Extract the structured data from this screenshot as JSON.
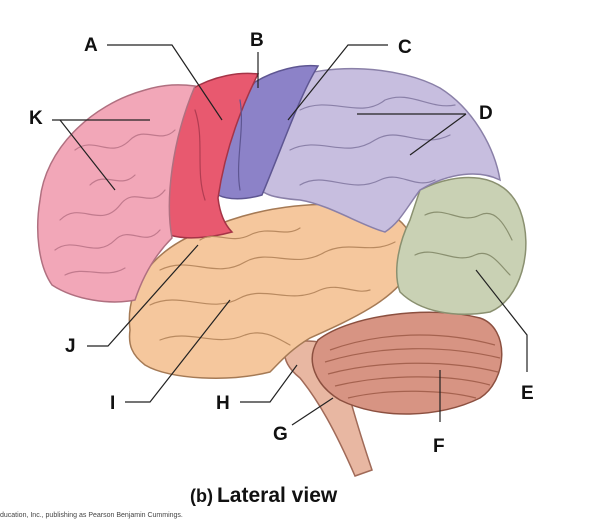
{
  "figure": {
    "labels": {
      "A": "A",
      "B": "B",
      "C": "C",
      "D": "D",
      "E": "E",
      "F": "F",
      "G": "G",
      "H": "H",
      "I": "I",
      "J": "J",
      "K": "K"
    },
    "caption": {
      "letter": "(b)",
      "title": "Lateral view"
    },
    "credit": "ducation, Inc., publishing as Pearson Benjamin Cummings."
  },
  "colors": {
    "prefrontal": "#f2a7b8",
    "motor": "#e8596f",
    "somatosensory": "#8c82c8",
    "parietal": "#c7bedf",
    "occipital": "#c9d1b4",
    "temporal": "#f5c79d",
    "cerebellum": "#d79483",
    "brainstem": "#e8b7a2"
  }
}
